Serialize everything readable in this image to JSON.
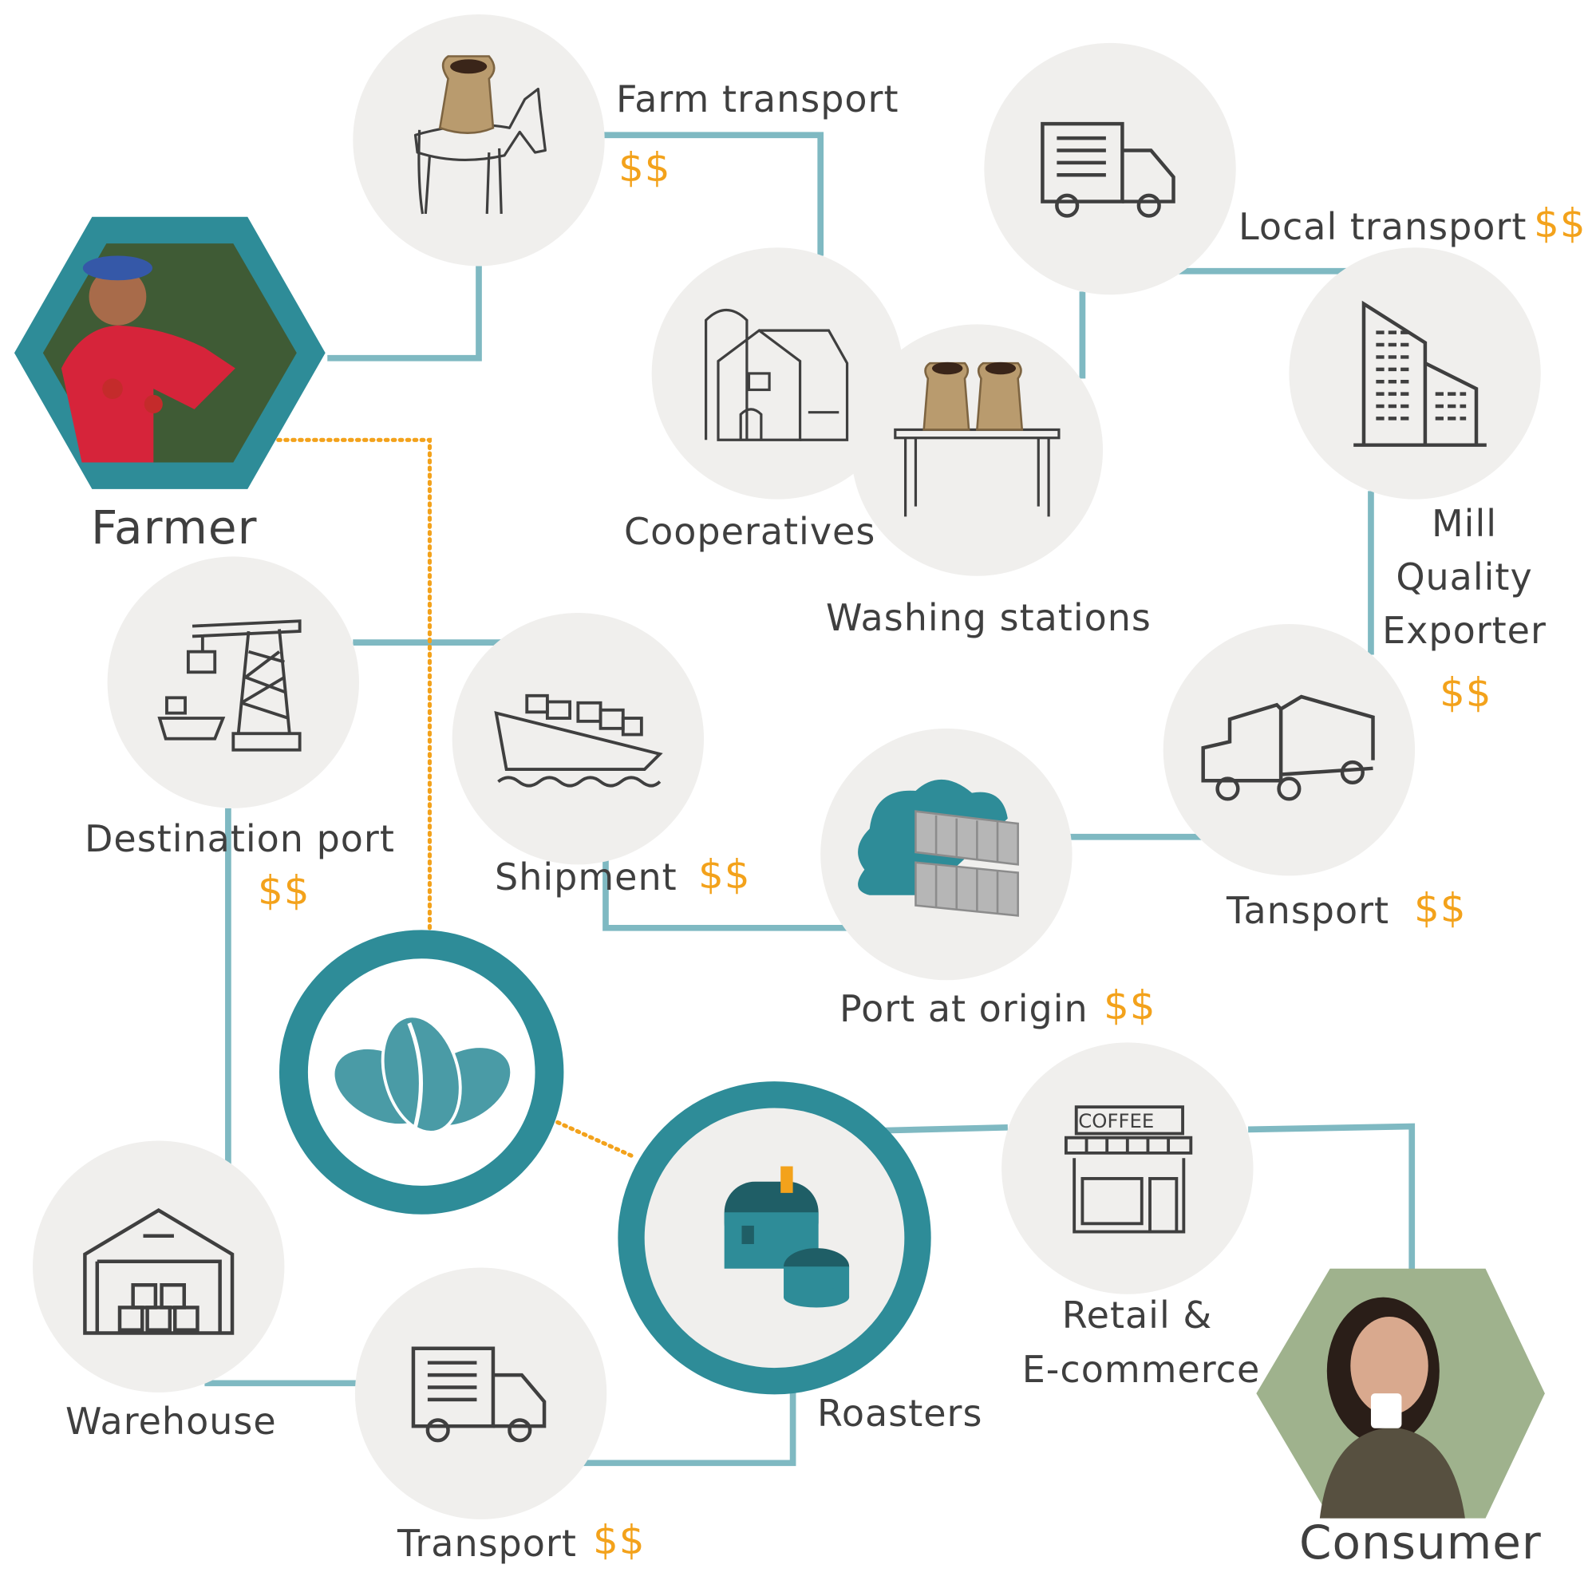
{
  "colors": {
    "teal": "#2e8c98",
    "line": "#7fb9c2",
    "circle": "#f0efed",
    "icon": "#3f3f3f",
    "cost": "#f3a21b",
    "text": "#3f3f3f"
  },
  "cost_symbol": "$$",
  "nodes": {
    "farmer": {
      "label": "Farmer",
      "icon": "farmer-photo"
    },
    "farm_transport": {
      "label": "Farm transport",
      "icon": "donkey-with-coffee-sack-icon"
    },
    "cooperatives": {
      "label": "Cooperatives",
      "icon": "barn-silo-icon"
    },
    "washing_stations": {
      "label": "Washing stations",
      "icon": "coffee-sacks-on-table-icon"
    },
    "local_transport": {
      "label": "Local transport",
      "icon": "delivery-truck-icon"
    },
    "mill_quality_exporter": {
      "label_lines": [
        "Mill",
        "Quality",
        "Exporter"
      ],
      "icon": "office-building-icon"
    },
    "transport_origin": {
      "label": "Tansport",
      "icon": "semi-truck-icon"
    },
    "port_at_origin": {
      "label": "Port at origin",
      "icon": "cloud-containers-icon"
    },
    "shipment": {
      "label": "Shipment",
      "icon": "cargo-ship-icon"
    },
    "destination_port": {
      "label": "Destination port",
      "icon": "port-crane-icon"
    },
    "warehouse": {
      "label": "Warehouse",
      "icon": "warehouse-icon"
    },
    "transport_destination": {
      "label": "Transport",
      "icon": "delivery-truck-icon"
    },
    "roasters": {
      "label": "Roasters",
      "icon": "coffee-roaster-icon"
    },
    "retail": {
      "label_lines": [
        "Retail  &",
        "E-commerce"
      ],
      "icon": "coffee-shop-icon",
      "sign_text": "COFFEE"
    },
    "consumer": {
      "label": "Consumer",
      "icon": "consumer-photo"
    },
    "direct_trade": {
      "icon": "coffee-beans-logo-icon"
    }
  }
}
